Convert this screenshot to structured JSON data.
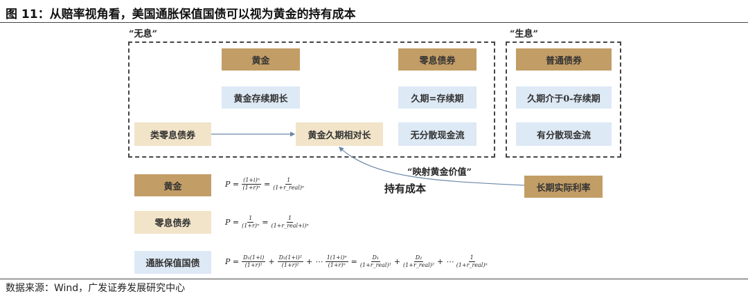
{
  "title": "图 11：从赔率视角看，美国通胀保值国债可以视为黄金的持有成本",
  "groups": {
    "no_interest": "“无息”",
    "interest": "“生息”"
  },
  "boxes": {
    "gold": "黄金",
    "zero_bond": "零息债券",
    "gold_long": "黄金存续期长",
    "duration_eq": "久期=存续期",
    "quasi_zero": "类零息债券",
    "gold_dur_long": "黄金久期相对长",
    "no_cash": "无分散现金流",
    "normal_bond": "普通债券",
    "duration_between": "久期介于0-存续期",
    "has_cash": "有分散现金流",
    "real_rate": "长期实际利率"
  },
  "annotations": {
    "map_gold": "“映射黄金价值”",
    "carry_cost": "持有成本"
  },
  "formulas": {
    "gold": {
      "label": "黄金",
      "lhs": "P =",
      "f1": [
        "(1+i)ⁿ",
        "(1+r)ⁿ"
      ],
      "eq": "=",
      "f2": [
        "1",
        "(1+r_real)ⁿ"
      ]
    },
    "zero": {
      "label": "零息债券",
      "lhs": "P =",
      "f1": [
        "1",
        "(1+r)ⁿ"
      ],
      "eq": "=",
      "f2": [
        "1",
        "(1+r_real+i)ⁿ"
      ]
    },
    "tips": {
      "label": "通胀保值国债",
      "lhs": "P =",
      "f1": [
        "D₁(1+i)",
        "(1+r)¹"
      ],
      "p1": "+",
      "f2": [
        "D₂(1+i)²",
        "(1+r)²"
      ],
      "p2": "+ ⋯",
      "f3": [
        "1(1+i)ⁿ",
        "(1+r)ⁿ"
      ],
      "eq": "=",
      "f4": [
        "D₁",
        "(1+r_real)¹"
      ],
      "p3": "+",
      "f5": [
        "D₂",
        "(1+r_real)²"
      ],
      "p4": "+ ⋯",
      "f6": [
        "1",
        "(1+r_real)ⁿ"
      ]
    }
  },
  "source": "数据来源：Wind，广发证券发展研究中心"
}
